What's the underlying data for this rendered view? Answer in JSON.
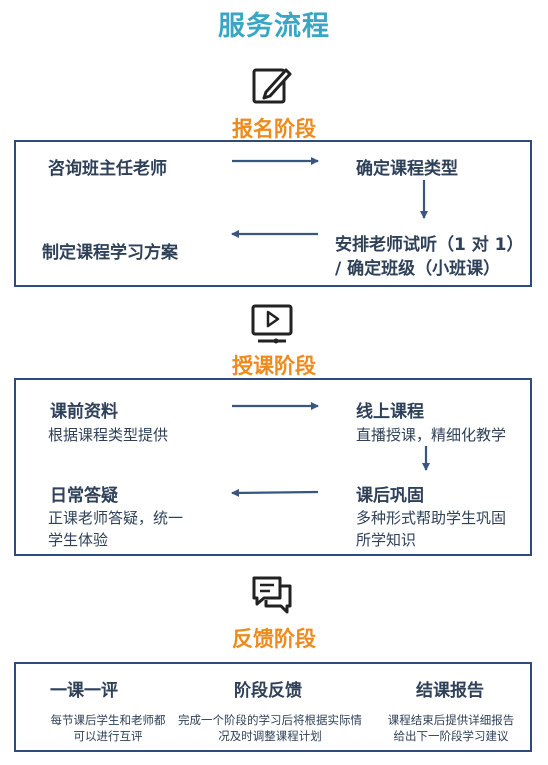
{
  "title": "服务流程",
  "stages": [
    {
      "title": "报名阶段",
      "icon": "edit-icon",
      "steps": [
        {
          "label": "咨询班主任老师"
        },
        {
          "label": "确定课程类型"
        },
        {
          "label": "安排老师试听（1 对 1）",
          "label2": "/ 确定班级（小班课）"
        },
        {
          "label": "制定课程学习方案"
        }
      ]
    },
    {
      "title": "授课阶段",
      "icon": "video-play-icon",
      "steps": [
        {
          "label": "课前资料",
          "desc": "根据课程类型提供"
        },
        {
          "label": "线上课程",
          "desc": "直播授课，精细化教学"
        },
        {
          "label": "课后巩固",
          "desc": "多种形式帮助学生巩固",
          "desc2": "所学知识"
        },
        {
          "label": "日常答疑",
          "desc": "正课老师答疑，统一",
          "desc2": "学生体验"
        }
      ]
    },
    {
      "title": "反馈阶段",
      "icon": "chat-bubbles-icon",
      "steps": [
        {
          "label": "一课一评",
          "desc": "每节课后学生和老师都",
          "desc2": "可以进行互评"
        },
        {
          "label": "阶段反馈",
          "desc": "完成一个阶段的学习后将根据实际情",
          "desc2": "况及时调整课程计划"
        },
        {
          "label": "结课报告",
          "desc": "课程结束后提供详细报告",
          "desc2": "给出下一阶段学习建议"
        }
      ]
    }
  ],
  "colors": {
    "title": "#3aa6c4",
    "stage_title": "#ef8a1d",
    "text": "#2f4159",
    "border": "#2f4b77",
    "arrow": "#3a5580"
  }
}
